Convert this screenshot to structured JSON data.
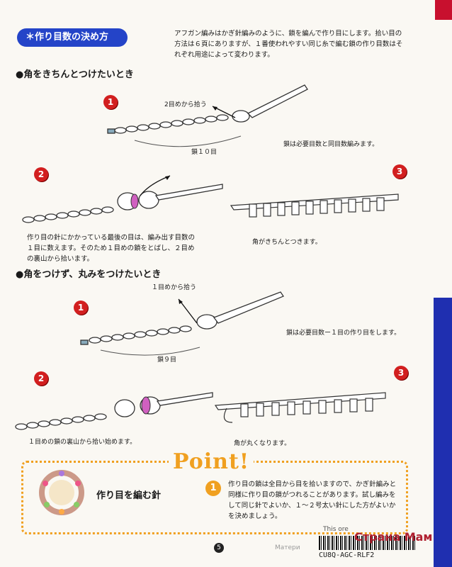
{
  "header": {
    "badge": "＊作り目数の決め方",
    "intro": "アフガン編みはかぎ針編みのように、鎖を編んで作り目にします。拾い目の方法は６頁にありますが、１番使われやすい同じ糸で編む鎖の作り目数はそれぞれ用途によって変わります。"
  },
  "section1": {
    "heading": "●角をきちんとつけたいとき",
    "step1": {
      "num": "1",
      "arrow_label": "2目めから拾う",
      "chain_label": "鎖１０目",
      "note": "鎖は必要目数と同目数編みます。"
    },
    "step2": {
      "num": "2",
      "note": "作り目の針にかかっている最後の目は、編み出す目数の１目に数えます。そのため１目めの鎖をとばし、２目めの裏山から拾います。"
    },
    "step3": {
      "num": "3",
      "note": "角がきちんとつきます。"
    }
  },
  "section2": {
    "heading": "●角をつけず、丸みをつけたいとき",
    "step1": {
      "num": "1",
      "arrow_label": "１目めから拾う",
      "chain_label": "鎖９目",
      "note": "鎖は必要目数ー１目の作り目をします。"
    },
    "step2": {
      "num": "2",
      "note": "１目めの鎖の裏山から拾い始めます。"
    },
    "step3": {
      "num": "3",
      "note": "角が丸くなります。"
    }
  },
  "point": {
    "title": "Point!",
    "subtitle": "作り目を編む針",
    "num": "1",
    "text": "作り目の鎖は全目から目を拾いますので、かぎ針編みと同様に作り目の鎖がつれることがあります。試し編みをして同じ針でよいか、１〜２号太い針にした方がよいかを決めましょう。"
  },
  "footer": {
    "page_number": "5",
    "code": "CU8Q-AGC-RLF2",
    "stub": "This  ore",
    "watermark_left": "Матери",
    "watermark_right": "Страна Мам"
  },
  "colors": {
    "badge": "#2444c8",
    "number": "#d21f1f",
    "point": "#f0a020",
    "red_tab": "#c8102e",
    "blue_bar": "#1f2fb0",
    "pink": "#d060c0"
  }
}
